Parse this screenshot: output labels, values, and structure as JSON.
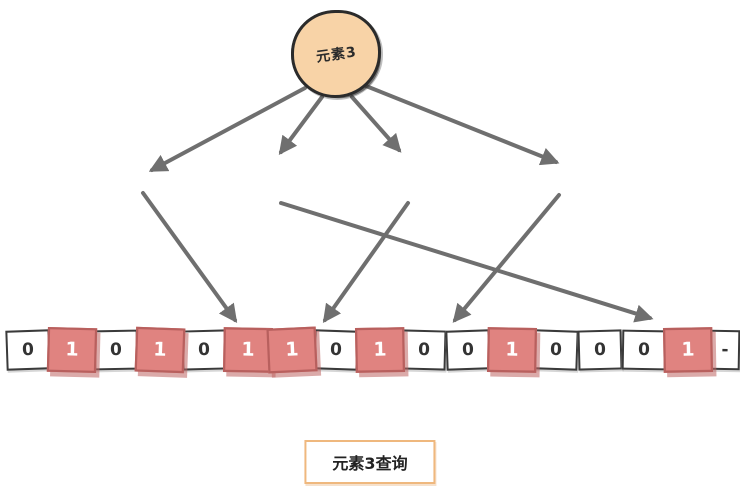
{
  "diagram": {
    "node": {
      "label": "元素3"
    },
    "caption": {
      "text": "元素3查询"
    },
    "bit_array": {
      "cells": [
        {
          "value": "0",
          "highlight": false
        },
        {
          "value": "1",
          "highlight": true
        },
        {
          "value": "0",
          "highlight": false
        },
        {
          "value": "1",
          "highlight": true
        },
        {
          "value": "0",
          "highlight": false
        },
        {
          "value": "1",
          "highlight": true
        },
        {
          "value": "1",
          "highlight": true
        },
        {
          "value": "0",
          "highlight": false
        },
        {
          "value": "1",
          "highlight": true
        },
        {
          "value": "0",
          "highlight": false
        },
        {
          "value": "0",
          "highlight": false
        },
        {
          "value": "1",
          "highlight": true
        },
        {
          "value": "0",
          "highlight": false
        },
        {
          "value": "0",
          "highlight": false
        },
        {
          "value": "0",
          "highlight": false
        },
        {
          "value": "1",
          "highlight": true
        },
        {
          "value": "-",
          "highlight": false,
          "partial": true
        }
      ]
    },
    "colors": {
      "node_fill": "#f8d3a7",
      "outline": "#2b2b2b",
      "arrow": "#6f6f6f",
      "cell_highlight": "#e08380",
      "cell_default": "#ffffff",
      "caption_border": "#efb87e"
    }
  }
}
